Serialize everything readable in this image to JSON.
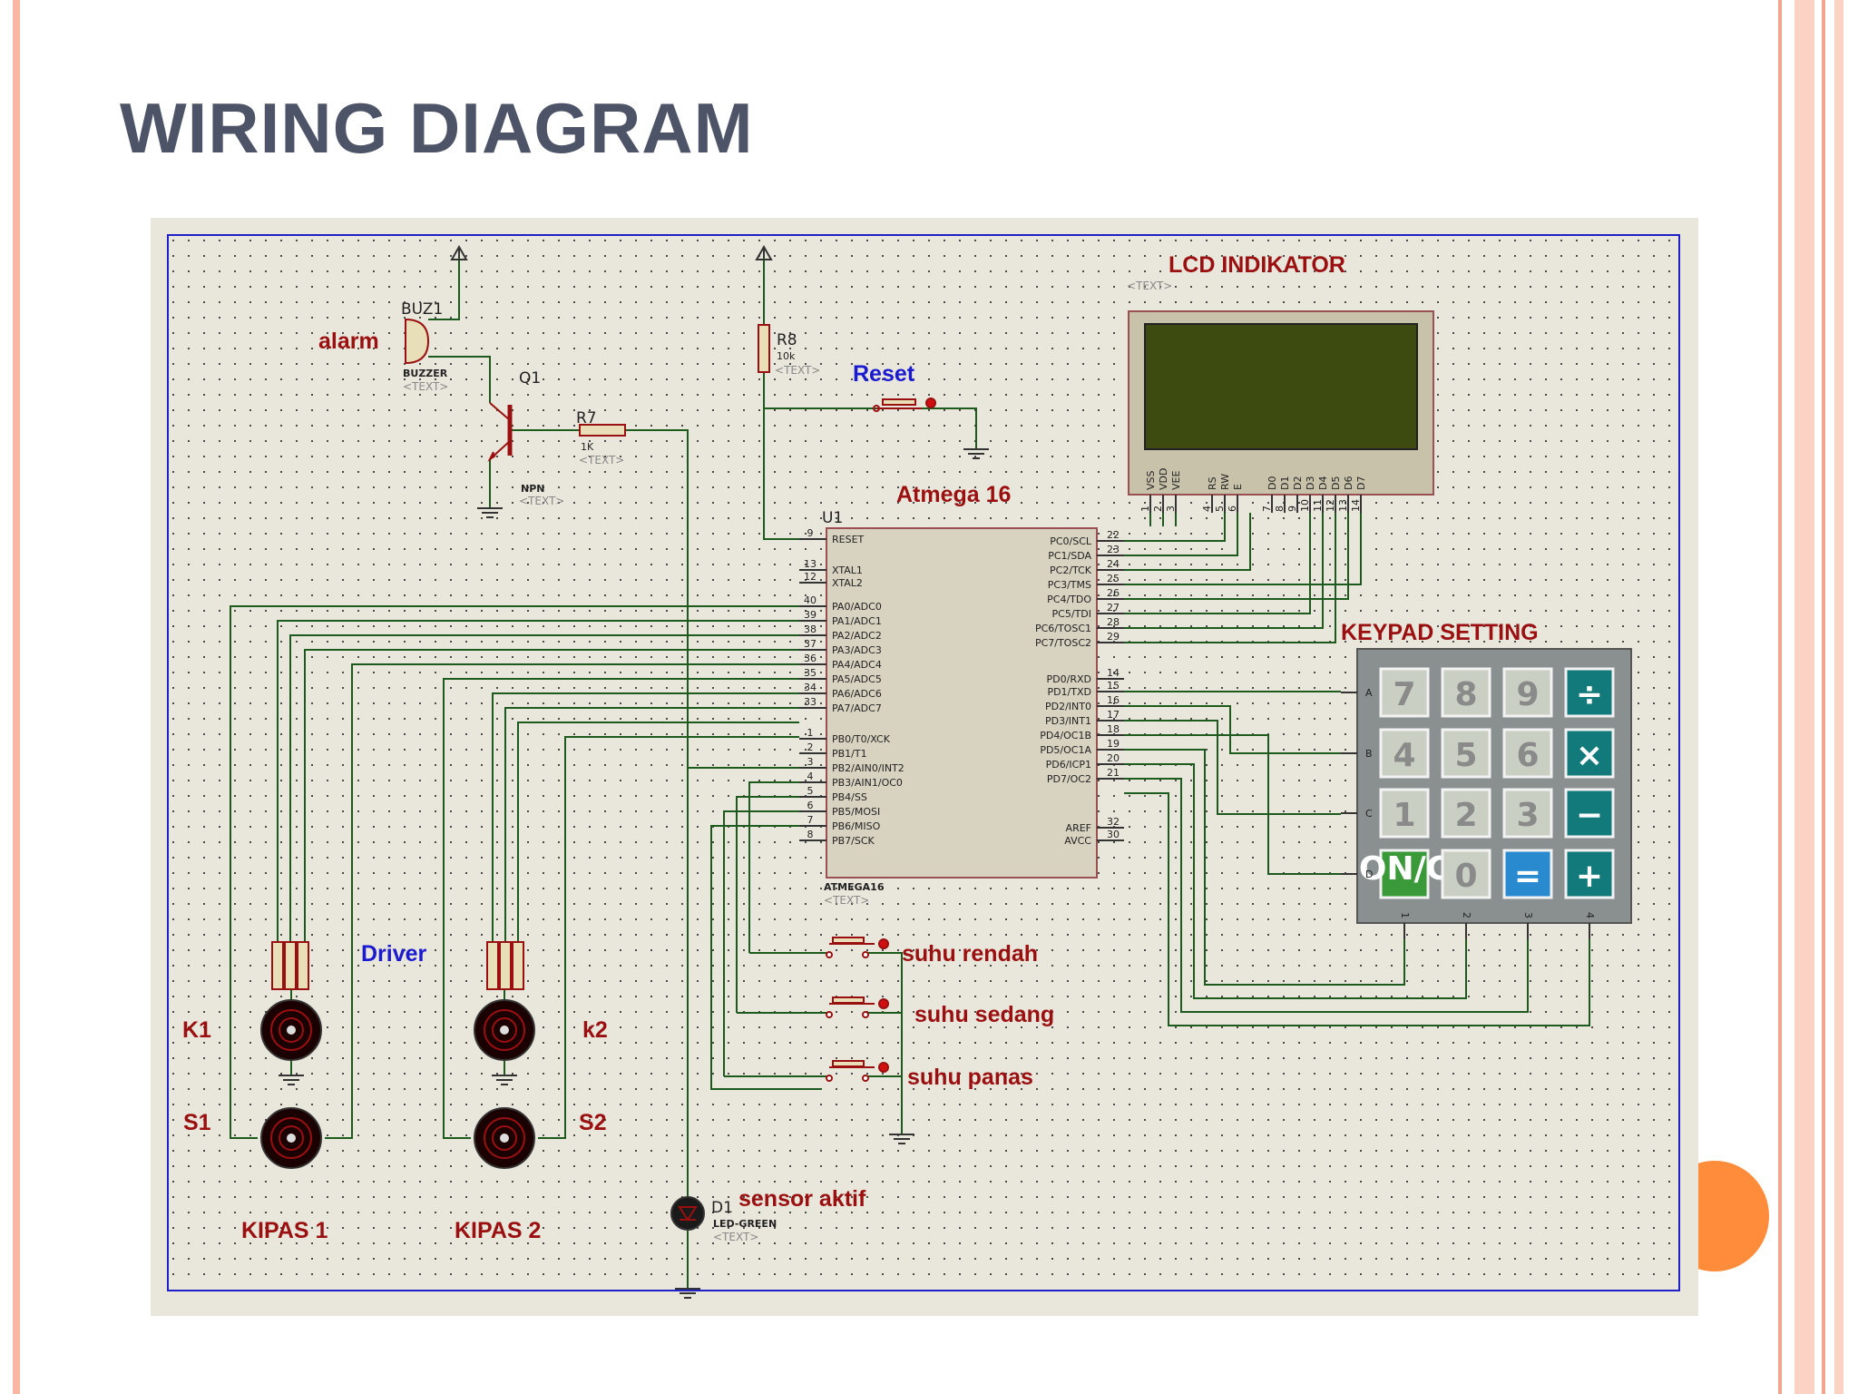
{
  "slide": {
    "title": "WIRING DIAGRAM"
  },
  "colors": {
    "title": "#4d5468",
    "wire": "#1d5a1d",
    "label_red": "#9a1010",
    "label_blue": "#1a1ad0",
    "chip_fill": "#d8d2c0",
    "lcd_screen": "#3d4a10",
    "orange_circle": "#ff8c3a",
    "side_stripe": "#f9c0ad"
  },
  "labels": {
    "lcd_title": "LCD INDIKATOR",
    "lcd_text": "<TEXT>",
    "keypad_title": "KEYPAD SETTING",
    "mcu_title": "Atmega 16",
    "mcu_ref": "U1",
    "mcu_part": "ATMEGA16",
    "mcu_text": "<TEXT>",
    "buz_ref": "BUZ1",
    "buz_name": "alarm",
    "buz_part": "BUZZER",
    "buz_text": "<TEXT>",
    "q_ref": "Q1",
    "q_part": "NPN",
    "q_text": "<TEXT>",
    "r7_ref": "R7",
    "r7_val": "1K",
    "r7_text": "<TEXT>",
    "r8_ref": "R8",
    "r8_val": "10k",
    "r8_text": "<TEXT>",
    "reset": "Reset",
    "driver": "Driver",
    "k1": "K1",
    "k2": "k2",
    "s1": "S1",
    "s2": "S2",
    "kipas1": "KIPAS 1",
    "kipas2": "KIPAS 2",
    "suhu_rendah": "suhu rendah",
    "suhu_sedang": "suhu sedang",
    "suhu_panas": "suhu panas",
    "d1_ref": "D1",
    "sensor": "sensor aktif",
    "d1_part": "LED-GREEN",
    "d1_text": "<TEXT>"
  },
  "mcu_pins_left": [
    {
      "num": "9",
      "name": "RESET"
    },
    {
      "num": "13",
      "name": "XTAL1"
    },
    {
      "num": "12",
      "name": "XTAL2"
    },
    {
      "num": "40",
      "name": "PA0/ADC0"
    },
    {
      "num": "39",
      "name": "PA1/ADC1"
    },
    {
      "num": "38",
      "name": "PA2/ADC2"
    },
    {
      "num": "37",
      "name": "PA3/ADC3"
    },
    {
      "num": "36",
      "name": "PA4/ADC4"
    },
    {
      "num": "35",
      "name": "PA5/ADC5"
    },
    {
      "num": "34",
      "name": "PA6/ADC6"
    },
    {
      "num": "33",
      "name": "PA7/ADC7"
    },
    {
      "num": "1",
      "name": "PB0/T0/XCK"
    },
    {
      "num": "2",
      "name": "PB1/T1"
    },
    {
      "num": "3",
      "name": "PB2/AIN0/INT2"
    },
    {
      "num": "4",
      "name": "PB3/AIN1/OC0"
    },
    {
      "num": "5",
      "name": "PB4/SS"
    },
    {
      "num": "6",
      "name": "PB5/MOSI"
    },
    {
      "num": "7",
      "name": "PB6/MISO"
    },
    {
      "num": "8",
      "name": "PB7/SCK"
    }
  ],
  "mcu_pins_right": [
    {
      "num": "22",
      "name": "PC0/SCL"
    },
    {
      "num": "23",
      "name": "PC1/SDA"
    },
    {
      "num": "24",
      "name": "PC2/TCK"
    },
    {
      "num": "25",
      "name": "PC3/TMS"
    },
    {
      "num": "26",
      "name": "PC4/TDO"
    },
    {
      "num": "27",
      "name": "PC5/TDI"
    },
    {
      "num": "28",
      "name": "PC6/TOSC1"
    },
    {
      "num": "29",
      "name": "PC7/TOSC2"
    },
    {
      "num": "14",
      "name": "PD0/RXD"
    },
    {
      "num": "15",
      "name": "PD1/TXD"
    },
    {
      "num": "16",
      "name": "PD2/INT0"
    },
    {
      "num": "17",
      "name": "PD3/INT1"
    },
    {
      "num": "18",
      "name": "PD4/OC1B"
    },
    {
      "num": "19",
      "name": "PD5/OC1A"
    },
    {
      "num": "20",
      "name": "PD6/ICP1"
    },
    {
      "num": "21",
      "name": "PD7/OC2"
    },
    {
      "num": "32",
      "name": "AREF"
    },
    {
      "num": "30",
      "name": "AVCC"
    }
  ],
  "lcd_pins": [
    {
      "num": "1",
      "name": "VSS"
    },
    {
      "num": "2",
      "name": "VDD"
    },
    {
      "num": "3",
      "name": "VEE"
    },
    {
      "num": "4",
      "name": "RS"
    },
    {
      "num": "5",
      "name": "RW"
    },
    {
      "num": "6",
      "name": "E"
    },
    {
      "num": "7",
      "name": "D0"
    },
    {
      "num": "8",
      "name": "D1"
    },
    {
      "num": "9",
      "name": "D2"
    },
    {
      "num": "10",
      "name": "D3"
    },
    {
      "num": "11",
      "name": "D4"
    },
    {
      "num": "12",
      "name": "D5"
    },
    {
      "num": "13",
      "name": "D6"
    },
    {
      "num": "14",
      "name": "D7"
    }
  ],
  "keypad": {
    "keys": [
      [
        "7",
        "8",
        "9",
        "÷"
      ],
      [
        "4",
        "5",
        "6",
        "×"
      ],
      [
        "1",
        "2",
        "3",
        "−"
      ],
      [
        "ON/C",
        "0",
        "=",
        "+"
      ]
    ],
    "rows": [
      "A",
      "B",
      "C",
      "D"
    ],
    "cols": [
      "1",
      "2",
      "3",
      "4"
    ]
  }
}
